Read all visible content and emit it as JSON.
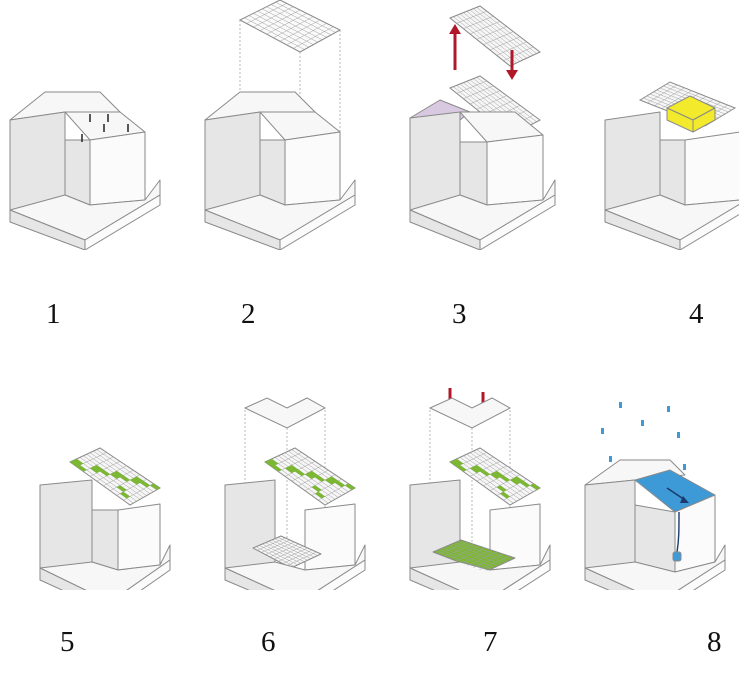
{
  "steps": [
    {
      "number": "1",
      "icon": "building-with-markers"
    },
    {
      "number": "2",
      "icon": "building-with-floating-roof-grid"
    },
    {
      "number": "3",
      "icon": "building-with-lifted-stepped-roof"
    },
    {
      "number": "4",
      "icon": "building-with-yellow-structure"
    },
    {
      "number": "5",
      "icon": "building-with-green-stepped-roof"
    },
    {
      "number": "6",
      "icon": "building-with-courtyard-grid"
    },
    {
      "number": "7",
      "icon": "building-with-green-courtyard"
    },
    {
      "number": "8",
      "icon": "building-with-rainwater-collection"
    }
  ],
  "colors": {
    "face_top": "#f7f7f7",
    "face_left": "#e6e6e6",
    "face_right": "#fbfbfb",
    "edge": "#8a8a8a",
    "arrow": "#b0182a",
    "green": "#7ab82f",
    "purple": "#d8c8e0",
    "yellow": "#f2ea2a",
    "blue": "#3d9ad6"
  }
}
